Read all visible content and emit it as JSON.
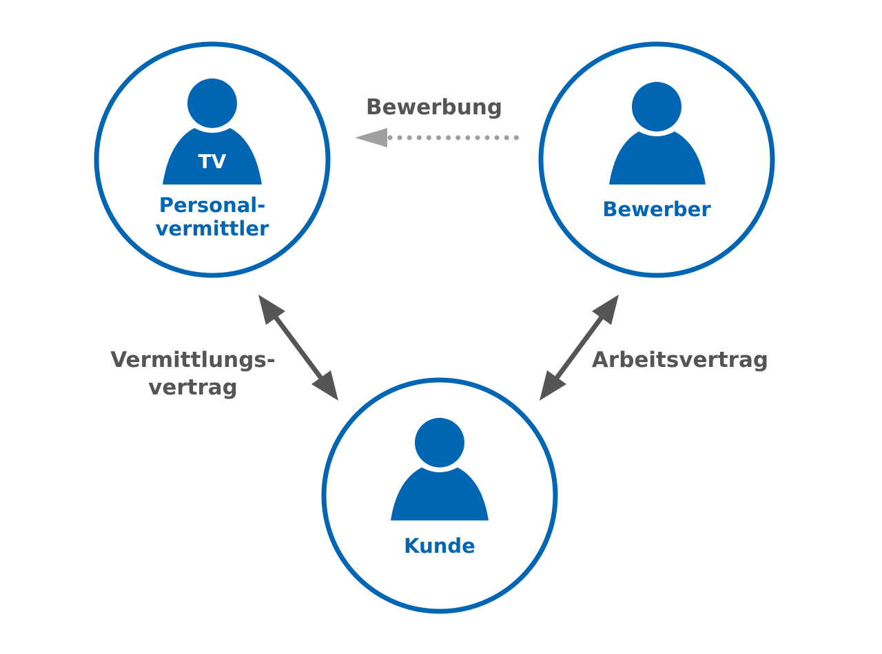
{
  "colors": {
    "primary": "#0066b3",
    "arrow_dark": "#555555",
    "arrow_light": "#a0a0a0",
    "text_gray": "#555555",
    "background": "#ffffff"
  },
  "nodes": {
    "vermittler": {
      "badge": "TV",
      "label_line1": "Personal-",
      "label_line2": "vermittler",
      "icon": "person-icon"
    },
    "bewerber": {
      "label": "Bewerber",
      "icon": "person-icon"
    },
    "kunde": {
      "label": "Kunde",
      "icon": "person-icon"
    }
  },
  "edges": {
    "bewerbung": {
      "label": "Bewerbung",
      "style": "dotted",
      "direction": "bewerber-to-vermittler"
    },
    "vermittlungsvertrag": {
      "label_line1": "Vermittlungs-",
      "label_line2": "vertrag",
      "style": "solid",
      "direction": "both"
    },
    "arbeitsvertrag": {
      "label": "Arbeitsvertrag",
      "style": "solid",
      "direction": "both"
    }
  }
}
